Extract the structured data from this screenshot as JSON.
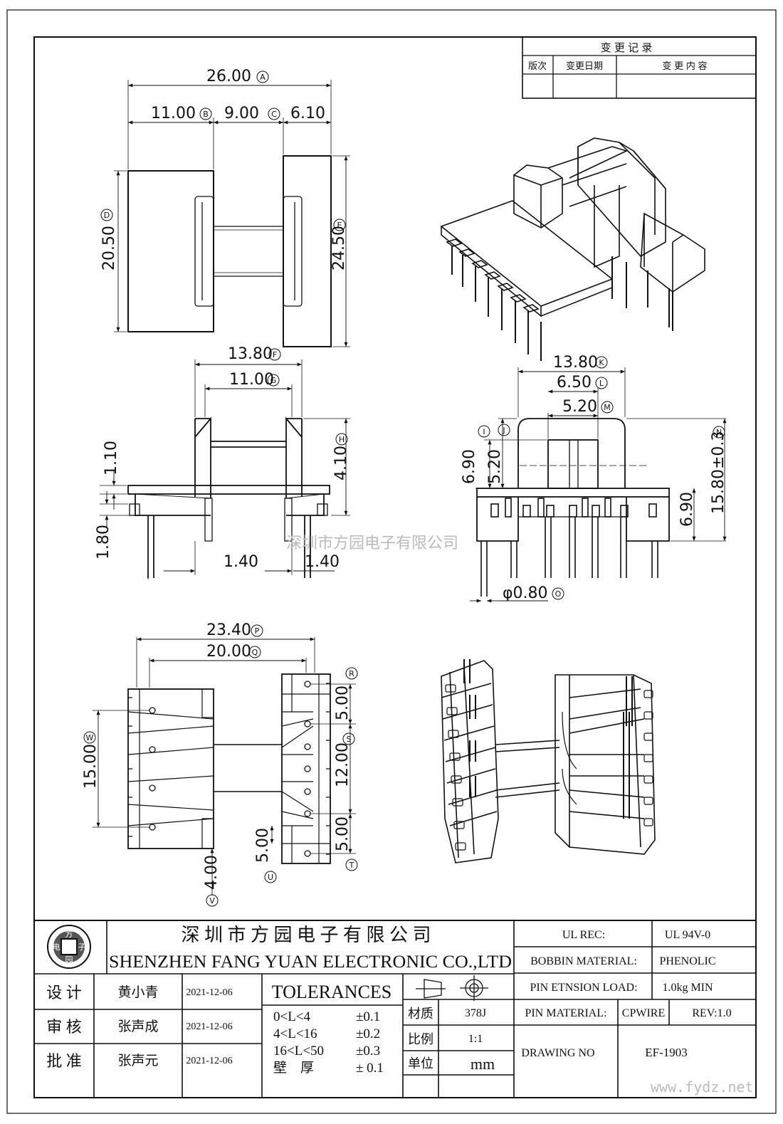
{
  "revision_table": {
    "title": "变 更 记 录",
    "col_version": "版次",
    "col_date": "变更日期",
    "col_content": "变 更 内 容"
  },
  "dimensions": {
    "A": {
      "value": "26.00",
      "tag": "A"
    },
    "B": {
      "value": "11.00",
      "tag": "B"
    },
    "C": {
      "value": "9.00",
      "tag": "C"
    },
    "c2": {
      "value": "6.10"
    },
    "D": {
      "value": "20.50",
      "tag": "D"
    },
    "E": {
      "value": "24.50",
      "tag": "E"
    },
    "F": {
      "value": "13.80",
      "tag": "F"
    },
    "G": {
      "value": "11.00",
      "tag": "G"
    },
    "H": {
      "value": "4.10",
      "tag": "H"
    },
    "s1": {
      "value": "1.10"
    },
    "s2": {
      "value": "1.80"
    },
    "s3": {
      "value": "1.40"
    },
    "s4": {
      "value": "1.40"
    },
    "K": {
      "value": "13.80",
      "tag": "K"
    },
    "L": {
      "value": "6.50",
      "tag": "L"
    },
    "M": {
      "value": "5.20",
      "tag": "M"
    },
    "N": {
      "value": "15.80±0.3",
      "tag": "N"
    },
    "I": {
      "tag": "I"
    },
    "J": {
      "tag": "J"
    },
    "r1": {
      "value": "6.90"
    },
    "r2": {
      "value": "5.20"
    },
    "r3": {
      "value": "6.90"
    },
    "O": {
      "value": "φ0.80",
      "tag": "O"
    },
    "P": {
      "value": "23.40",
      "tag": "P"
    },
    "Q": {
      "value": "20.00",
      "tag": "Q"
    },
    "R": {
      "tag": "R"
    },
    "b1": {
      "value": "5.00"
    },
    "S": {
      "value": "12.00",
      "tag": "S"
    },
    "b2": {
      "value": "5.00"
    },
    "T": {
      "tag": "T"
    },
    "W": {
      "value": "15.00",
      "tag": "W"
    },
    "U": {
      "value": "5.00",
      "tag": "U"
    },
    "V": {
      "value": "4.00",
      "tag": "V"
    }
  },
  "watermark": "深圳市方园电子有限公司",
  "site": "www.fydz.net",
  "logo_chars": [
    "方",
    "电",
    "子",
    "园"
  ],
  "title_block": {
    "company_cn": "深 圳 市 方 园 电 子 有 限 公 司",
    "company_en": "SHENZHEN FANG YUAN ELECTRONIC CO.,LTD",
    "rows": [
      {
        "role": "设 计",
        "name": "黄小青",
        "date": "2021-12-06"
      },
      {
        "role": "审 核",
        "name": "张声成",
        "date": "2021-12-06"
      },
      {
        "role": "批 准",
        "name": "张声元",
        "date": "2021-12-06"
      }
    ],
    "tolerances_title": "TOLERANCES",
    "tolerances": [
      {
        "range": "0<L<4",
        "tol": "±0.1"
      },
      {
        "range": "4<L<16",
        "tol": "±0.2"
      },
      {
        "range": "16<L<50",
        "tol": "±0.3"
      },
      {
        "range": "壁　厚",
        "tol": "± 0.1"
      }
    ],
    "material_label": "材质",
    "material_value": "378J",
    "scale_label": "比例",
    "scale_value": "1:1",
    "unit_label": "单位",
    "unit_value": "mm",
    "ul_rec_label": "UL REC:",
    "ul_rec_value": "UL  94V-0",
    "bobbin_label": "BOBBIN MATERIAL:",
    "bobbin_value": "PHENOLIC",
    "pin_load_label": "PIN ETNSION LOAD:",
    "pin_load_value": "1.0kg MIN",
    "pin_mat_label": "PIN MATERIAL:",
    "pin_mat_value": "CPWIRE",
    "rev": "REV:1.0",
    "drawing_no_label": "DRAWING NO",
    "drawing_no_value": "EF-1903"
  }
}
